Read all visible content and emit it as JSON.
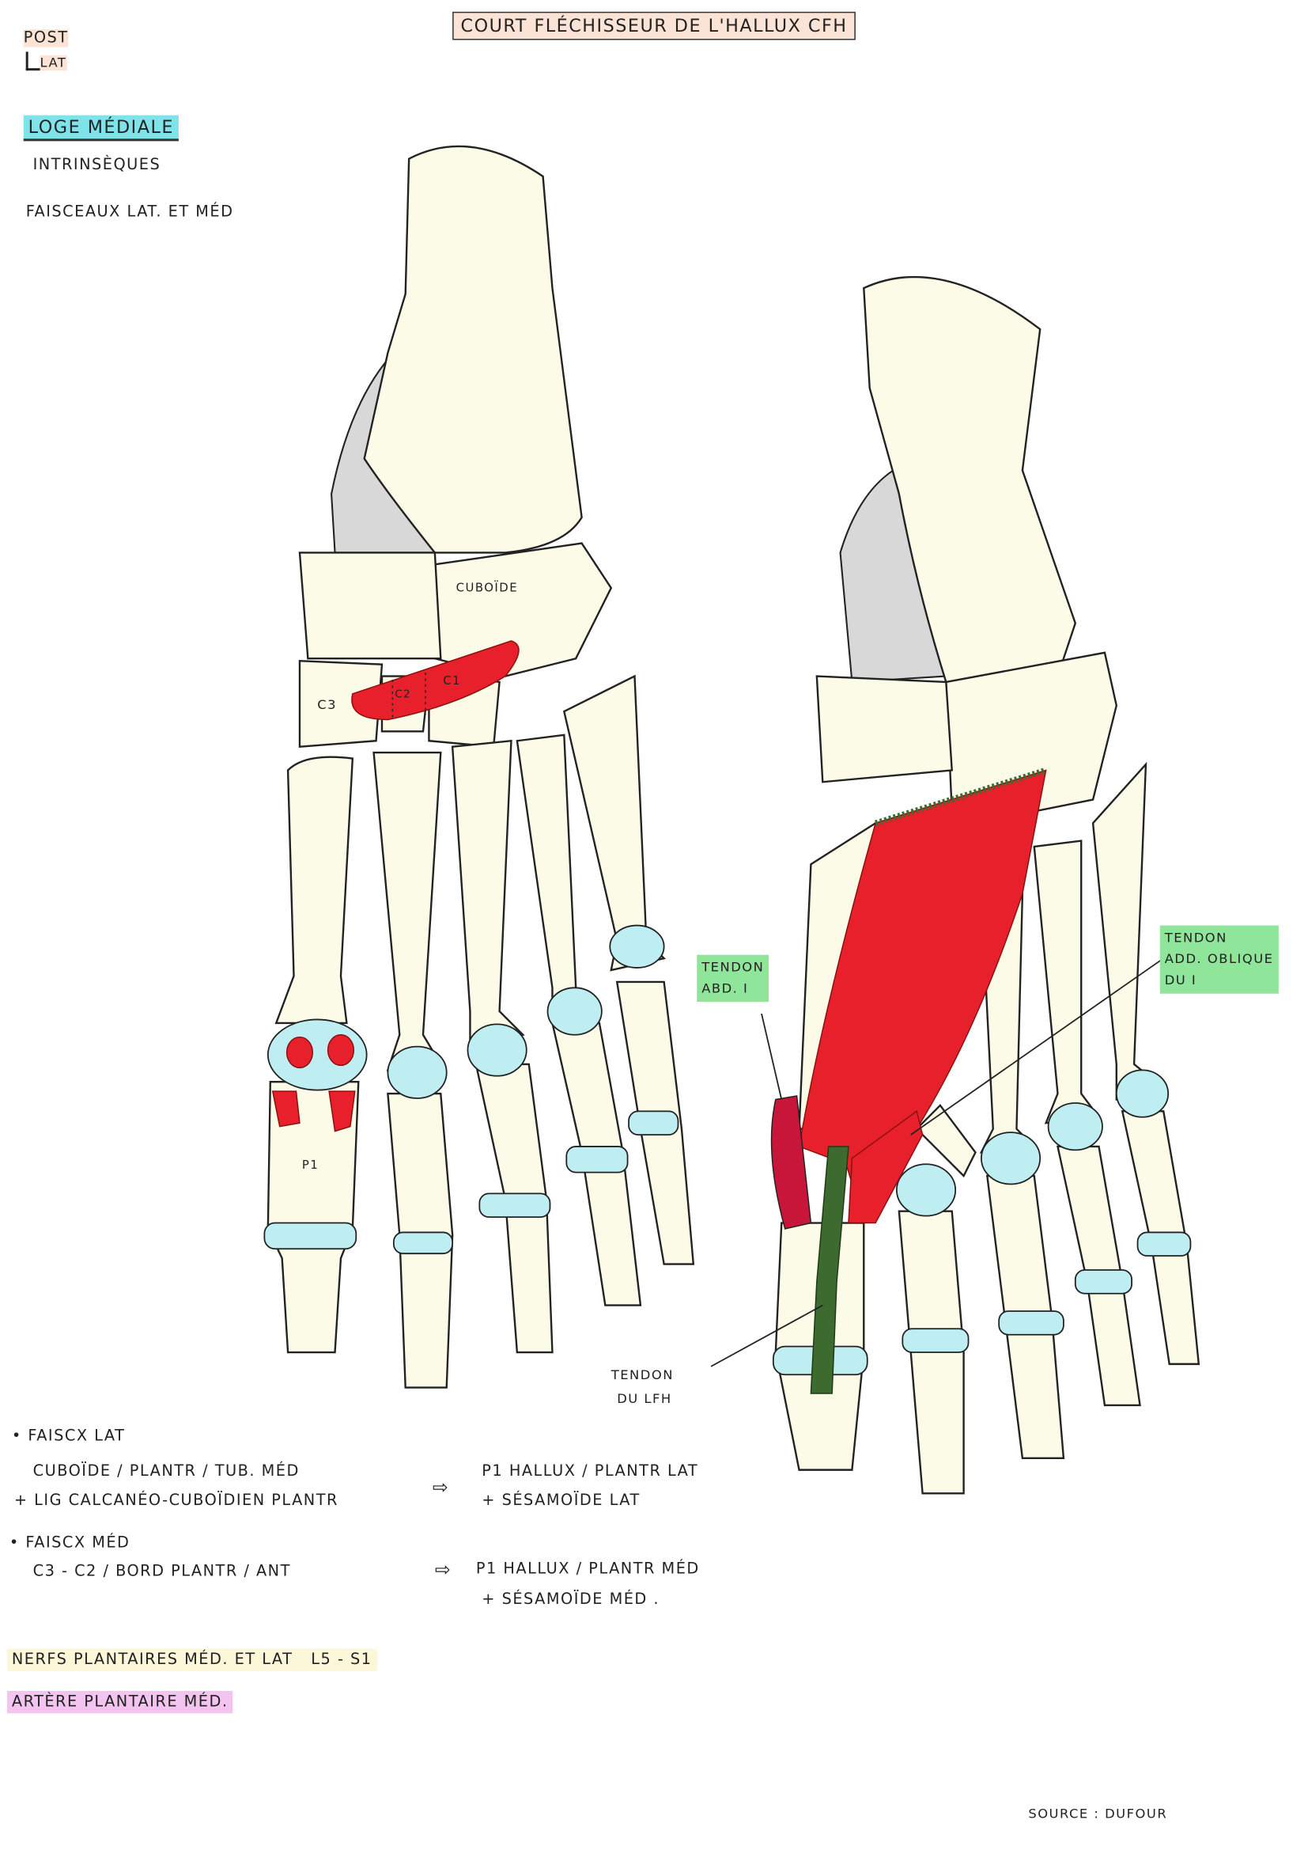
{
  "title": "COURT FLÉCHISSEUR DE L'HALLUX CFH",
  "orientation": {
    "post": "POST",
    "lat": "LAT"
  },
  "section": {
    "heading": "LOGE MÉDIALE",
    "subheading": "INTRINSÈQUES",
    "bundles": "FAISCEAUX LAT. ET MÉD"
  },
  "left_foot_labels": {
    "cuboid": "CUBOÏDE",
    "c3": "C3",
    "c2": "C2",
    "c1": "C1",
    "p1": "P1"
  },
  "right_foot_labels": {
    "tendon_abd": [
      "TENDON",
      "ABD. I"
    ],
    "tendon_add": [
      "TENDON",
      "ADD. OBLIQUE",
      "DU I"
    ],
    "tendon_lfh": [
      "TENDON",
      "DU LFH"
    ]
  },
  "insertions": {
    "lat": {
      "title": "FAISCX LAT",
      "origin": [
        "CUBOÏDE / PLANTR / TUB. MÉD",
        "+ LIG CALCANÉO-CUBOÏDIEN PLANTR"
      ],
      "arrow": "⇨",
      "terminal": [
        "P1 HALLUX / PLANTR LAT",
        "+ SÉSAMOÏDE LAT"
      ]
    },
    "med": {
      "title": "FAISCX MÉD",
      "origin": [
        "C3 - C2 / BORD PLANTR / ANT"
      ],
      "arrow": "⇨",
      "terminal": [
        "P1 HALLUX / PLANTR MÉD",
        "+ SÉSAMOÏDE MÉD ."
      ]
    }
  },
  "innervation": "NERFS PLANTAIRES MÉD. ET LAT   L5 - S1",
  "vascularisation": "ARTÈRE PLANTAIRE MÉD.",
  "source": "SOURCE : DUFOUR",
  "colors": {
    "muscle": "#e8202b",
    "tendon": "#3d6b2f",
    "cartilage": "#bfeef2",
    "bone": "#fbfbe8",
    "highlight_medial": "#7fe3ea",
    "highlight_label": "#8fe59a"
  }
}
